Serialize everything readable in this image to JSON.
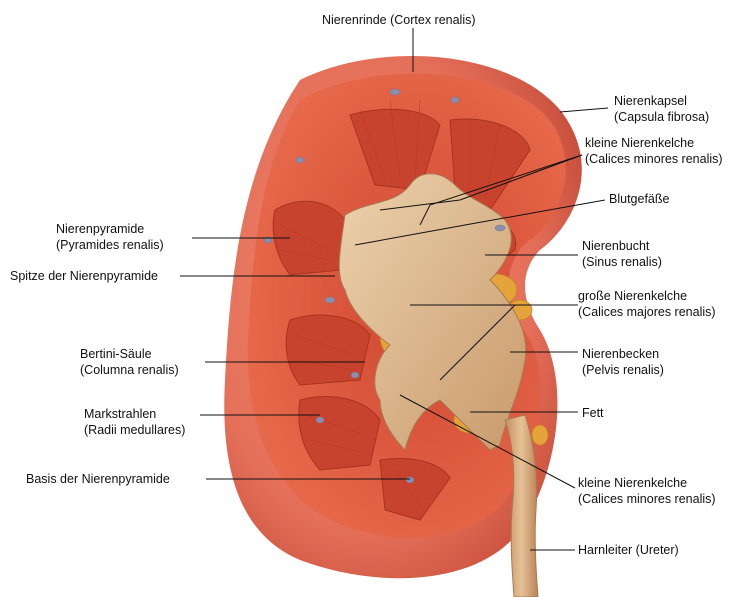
{
  "labels": {
    "cortex": {
      "l1": "Nierenrinde (Cortex renalis)"
    },
    "capsule": {
      "l1": "Nierenkapsel",
      "l2": "(Capsula fibrosa)"
    },
    "calices_minores_top": {
      "l1": "kleine Nierenkelche",
      "l2": "(Calices minores renalis)"
    },
    "vessels": {
      "l1": "Blutgefäße"
    },
    "pyramids": {
      "l1": "Nierenpyramide",
      "l2": "(Pyramides renalis)"
    },
    "sinus": {
      "l1": "Nierenbucht",
      "l2": "(Sinus renalis)"
    },
    "apex": {
      "l1": "Spitze der Nierenpyramide"
    },
    "calices_majores": {
      "l1": "große Nierenkelche",
      "l2": "(Calices majores renalis)"
    },
    "column": {
      "l1": "Bertini-Säule",
      "l2": "(Columna renalis)"
    },
    "pelvis": {
      "l1": "Nierenbecken",
      "l2": "(Pelvis renalis)"
    },
    "medullary_rays": {
      "l1": "Markstrahlen",
      "l2": "(Radii medullares)"
    },
    "fat": {
      "l1": "Fett"
    },
    "base": {
      "l1": "Basis der Nierenpyramide"
    },
    "calices_minores_bottom": {
      "l1": "kleine Nierenkelche",
      "l2": "(Calices minores renalis)"
    },
    "ureter": {
      "l1": "Harnleiter (Ureter)"
    }
  },
  "colors": {
    "outer": "#e5705a",
    "cortex": "#e0563e",
    "medulla": "#cf4630",
    "sinus": "#d9b48a",
    "fat": "#e4a43a",
    "ureter": "#d6a879"
  }
}
